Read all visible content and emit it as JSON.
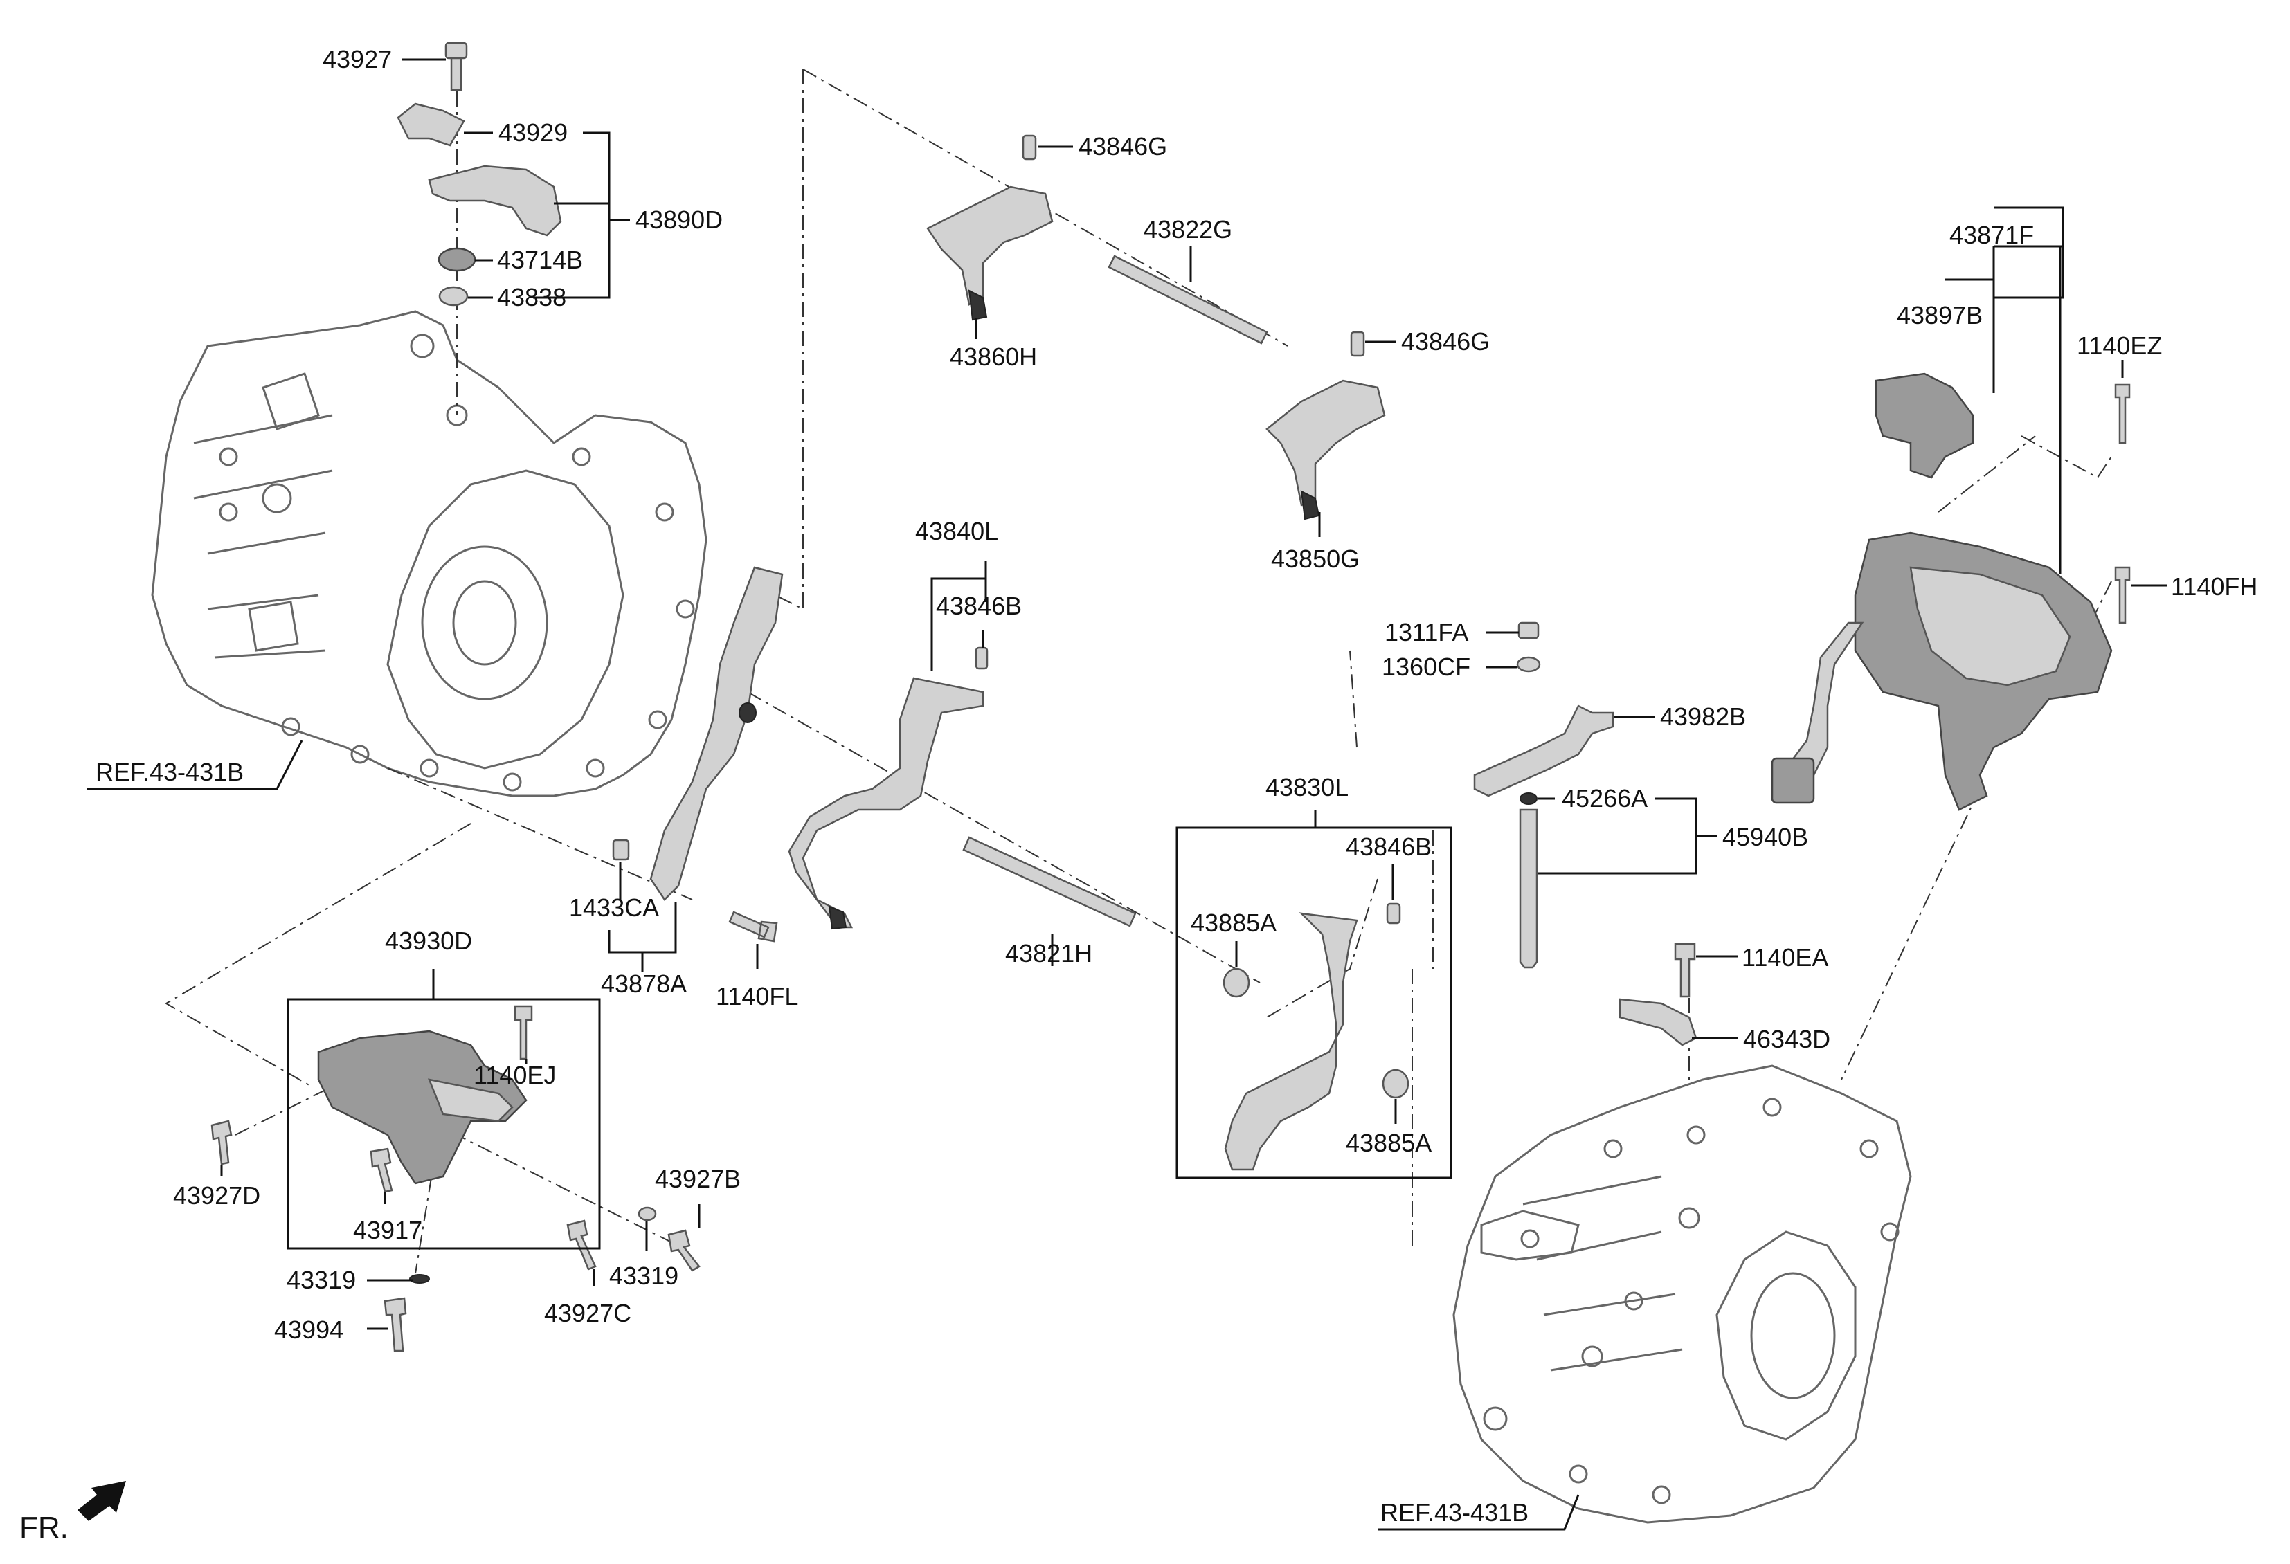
{
  "title": "",
  "direction_marker": {
    "text": "FR."
  },
  "references": {
    "ref_case_left": "REF.43-431B",
    "ref_case_right": "REF.43-431B"
  },
  "parts": {
    "p43927": "43927",
    "p43929": "43929",
    "p43890D": "43890D",
    "p43714B": "43714B",
    "p43838": "43838",
    "p43846G_a": "43846G",
    "p43822G": "43822G",
    "p43846G_b": "43846G",
    "p43860H": "43860H",
    "p43850G": "43850G",
    "p43871F": "43871F",
    "p43897B": "43897B",
    "p1140EZ": "1140EZ",
    "p1140FH": "1140FH",
    "p43840L": "43840L",
    "p43846B_a": "43846B",
    "p1311FA": "1311FA",
    "p1360CF": "1360CF",
    "p43982B": "43982B",
    "p43830L": "43830L",
    "p43846B_b": "43846B",
    "p43885A_a": "43885A",
    "p43885A_b": "43885A",
    "p43821H": "43821H",
    "p45266A": "45266A",
    "p45940B": "45940B",
    "p1140EA": "1140EA",
    "p46343D": "46343D",
    "p1433CA": "1433CA",
    "p43878A": "43878A",
    "p1140FL": "1140FL",
    "p43930D": "43930D",
    "p1140EJ": "1140EJ",
    "p43927D": "43927D",
    "p43917": "43917",
    "p43927B": "43927B",
    "p43319_a": "43319",
    "p43319_b": "43319",
    "p43927C": "43927C",
    "p43994": "43994"
  }
}
